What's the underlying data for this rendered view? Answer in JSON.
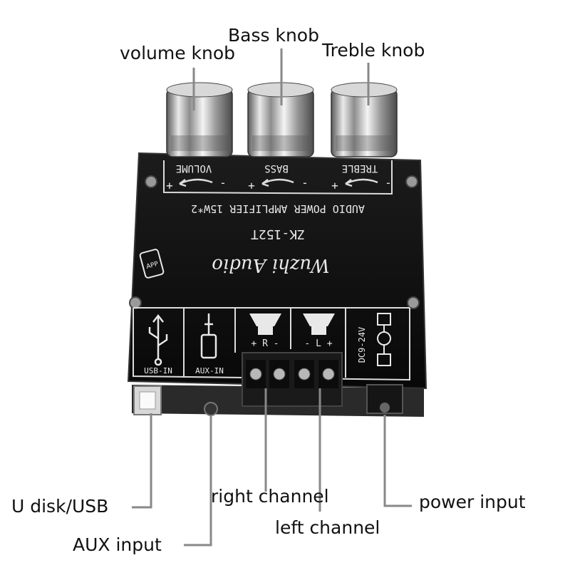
{
  "callouts": {
    "volume_knob": "volume knob",
    "bass_knob": "Bass knob",
    "treble_knob": "Treble knob",
    "usb": "U disk/USB",
    "aux": "AUX input",
    "right_channel": "right channel",
    "left_channel": "left channel",
    "power": "power input"
  },
  "board": {
    "knob_labels": {
      "volume": "VOLUME",
      "bass": "BASS",
      "treble": "TREBLE"
    },
    "plus": "+",
    "minus": "-",
    "title": "AUDIO POWER AMPLIFIER 15W*2",
    "model": "ZK-152T",
    "brand": "Wuzhi Audio",
    "app_badge": "APP",
    "port_labels": {
      "usb": "USB-IN",
      "aux": "AUX-IN"
    },
    "right_marks": "+ R -",
    "left_marks": "- L +",
    "dc_label": "DC9-24V"
  },
  "colors": {
    "board": "#111111",
    "silk": "#e8e8e8",
    "chrome": "#c9c9c9"
  }
}
